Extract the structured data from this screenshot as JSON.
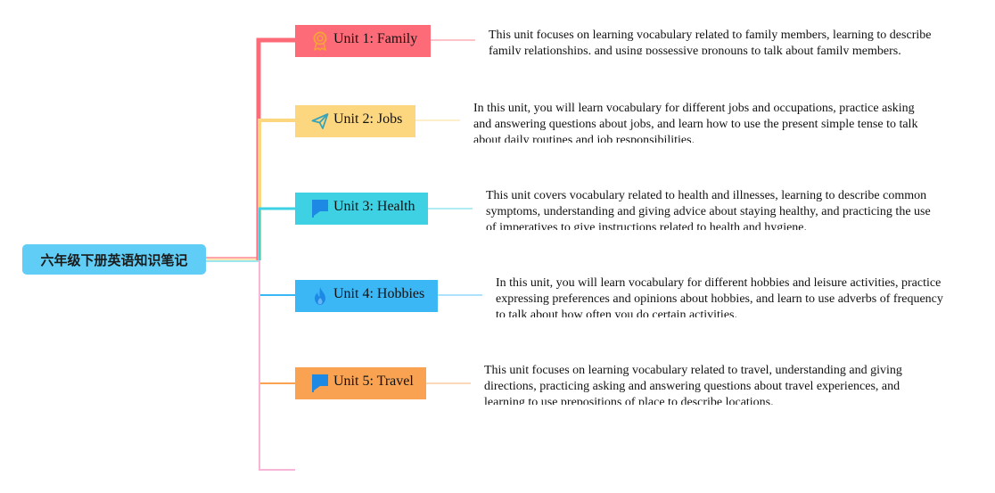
{
  "root": {
    "title": "六年级下册英语知识笔记",
    "color": "#5fcdf5"
  },
  "units": [
    {
      "title": "Unit 1: Family",
      "icon": "award-ribbon-icon",
      "color": "#fe6b78",
      "description": "This unit focuses on learning vocabulary related to family members, learning to describe family relationships, and using possessive pronouns to talk about family members."
    },
    {
      "title": "Unit 2: Jobs",
      "icon": "paper-plane-icon",
      "color": "#fdd77f",
      "description": "In this unit, you will learn vocabulary for different jobs and occupations, practice asking and answering questions about jobs, and learn how to use the present simple tense to talk about daily routines and job responsibilities."
    },
    {
      "title": "Unit 3: Health",
      "icon": "flag-icon",
      "color": "#3ed0e3",
      "description": "This unit covers vocabulary related to health and illnesses, learning to describe common symptoms, understanding and giving advice about staying healthy, and practicing the use of imperatives to give instructions related to health and hygiene."
    },
    {
      "title": "Unit 4: Hobbies",
      "icon": "flame-icon",
      "color": "#3cb7f6",
      "description": "In this unit, you will learn vocabulary for different hobbies and leisure activities, practice expressing preferences and opinions about hobbies, and learn to use adverbs of frequency to talk about how often you do certain activities."
    },
    {
      "title": "Unit 5: Travel",
      "icon": "flag-icon",
      "color": "#f8a252",
      "description": "This unit focuses on learning vocabulary related to travel, understanding and giving directions, practicing asking and answering questions about travel experiences, and learning to use prepositions of place to describe locations."
    }
  ]
}
